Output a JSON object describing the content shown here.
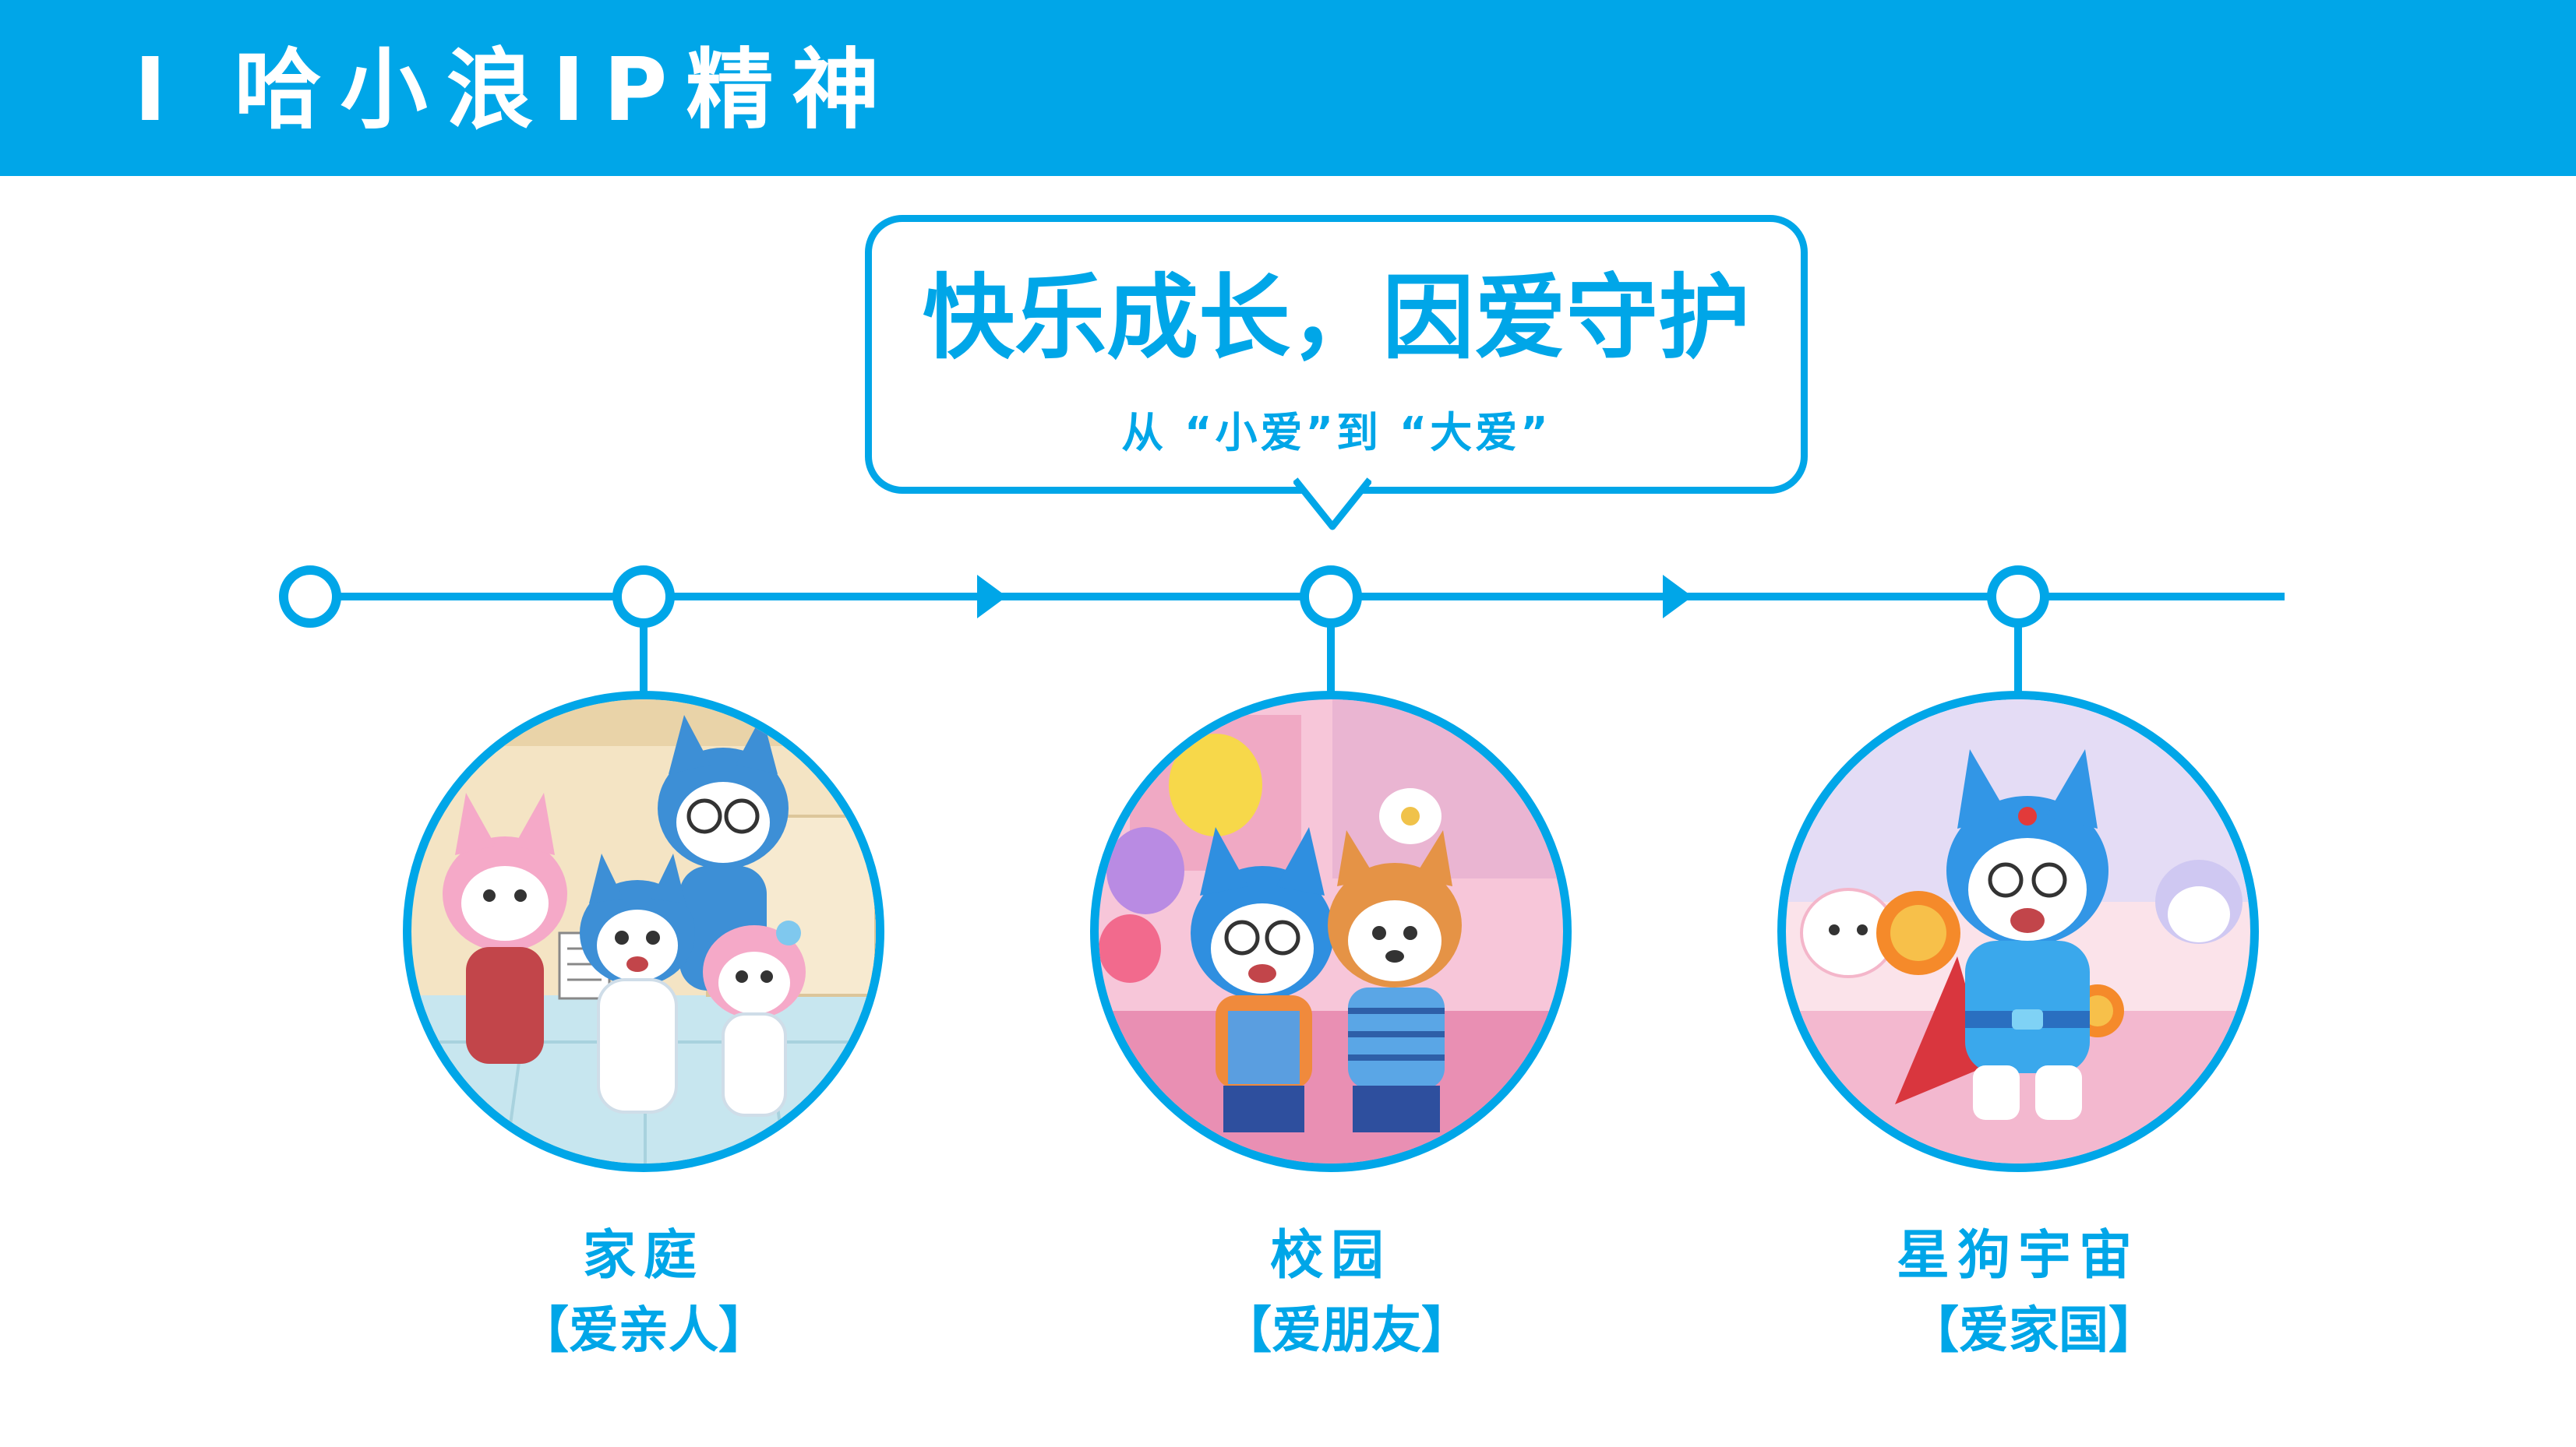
{
  "header": {
    "title": "I 哈小浪IP精神"
  },
  "bubble": {
    "title": "快乐成长，因爱守护",
    "subtitle": "从 “小爱”到 “大爱”"
  },
  "stages": [
    {
      "name": "家庭",
      "value": "【爱亲人】",
      "scene_icon": "family-scene-icon"
    },
    {
      "name": "校园",
      "value": "【爱朋友】",
      "scene_icon": "school-scene-icon"
    },
    {
      "name": "星狗宇宙",
      "value": "【爱家国】",
      "scene_icon": "hero-scene-icon"
    }
  ],
  "colors": {
    "accent": "#00a6e8",
    "background": "#ffffff"
  }
}
